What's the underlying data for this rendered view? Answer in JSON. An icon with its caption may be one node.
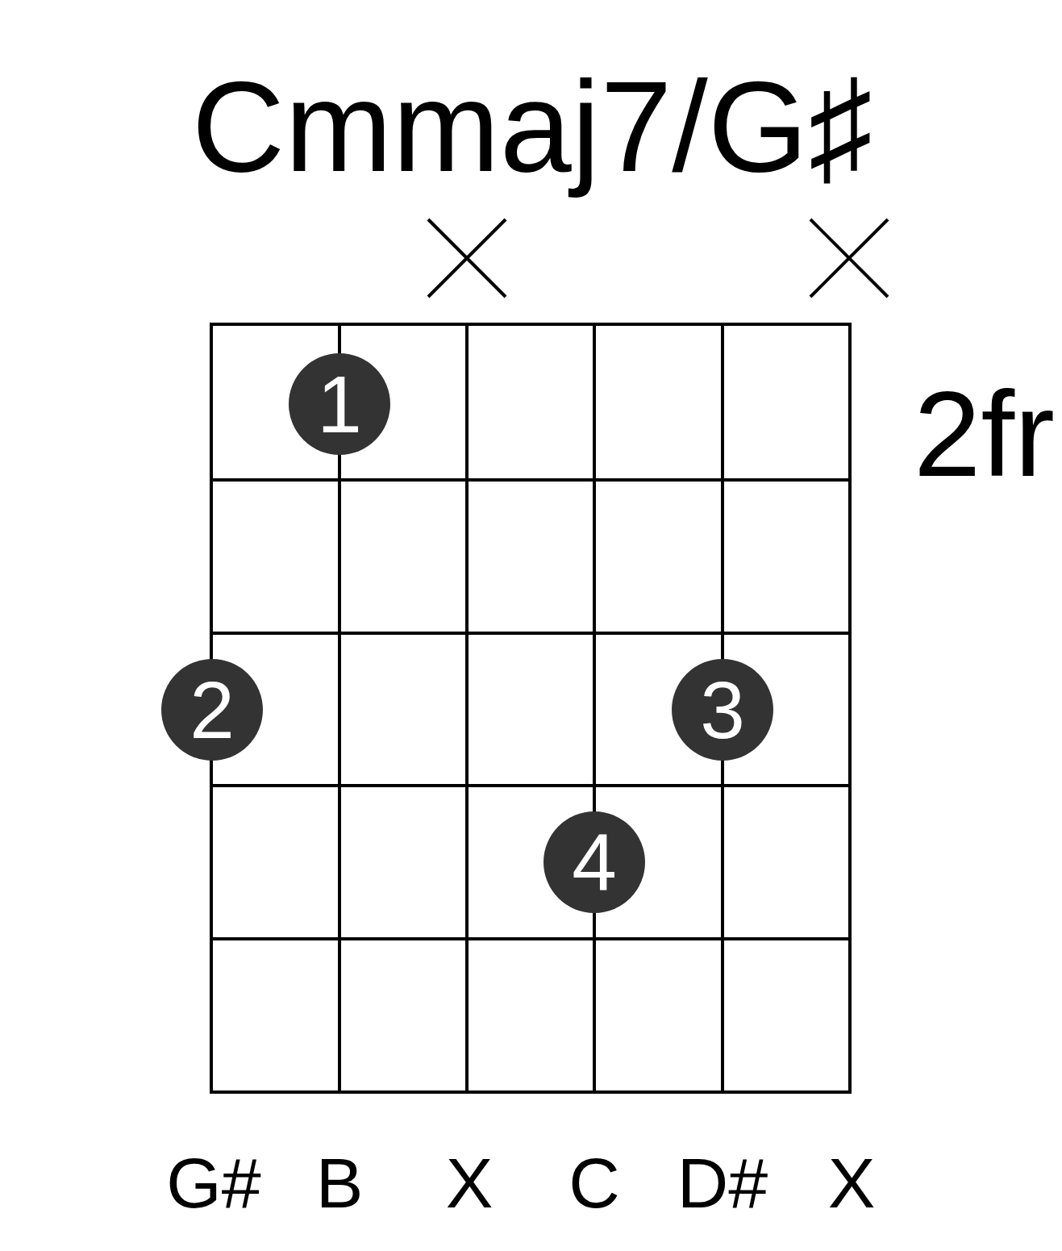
{
  "diagram": {
    "title": "Cmmaj7/G♯",
    "nodes": [
      {
        "text": [
          "1"
        ]
      },
      {
        "text": [
          "2"
        ]
      },
      {
        "text": [
          "3"
        ]
      },
      {
        "text": [
          "4"
        ]
      }
    ],
    "labels": [
      "2fr",
      "G#",
      "B",
      "X",
      "C",
      "D#",
      "X"
    ]
  }
}
